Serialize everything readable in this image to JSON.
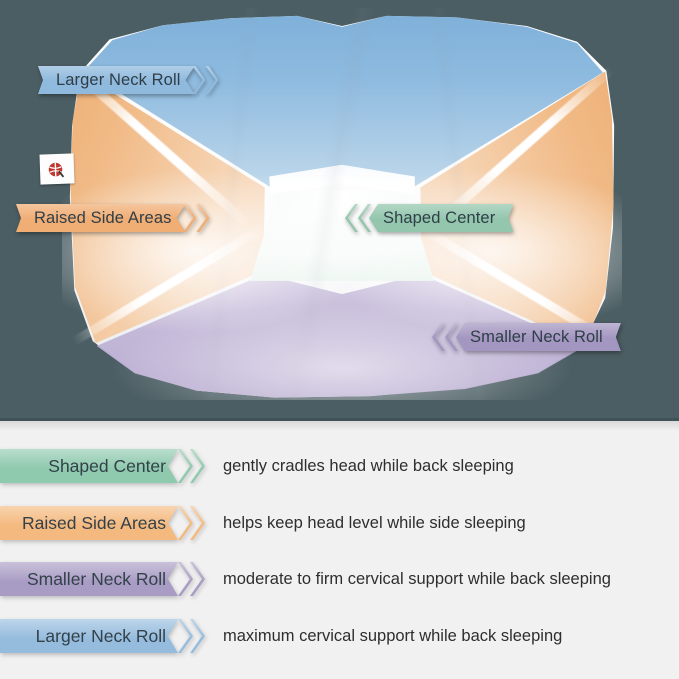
{
  "photo": {
    "background_color": "#4b5e63",
    "subject": "orthopedic-cervical-pillow",
    "brand_tag": {
      "name": "brand-tag",
      "mark_color": "#c0372f"
    },
    "callouts": [
      {
        "id": "larger-neck-roll",
        "label": "Larger Neck Roll",
        "color": "#8fb9dd",
        "direction": "right"
      },
      {
        "id": "raised-side-areas",
        "label": "Raised Side Areas",
        "color": "#f0ad74",
        "direction": "right"
      },
      {
        "id": "shaped-center",
        "label": "Shaped Center",
        "color": "#93c6ad",
        "direction": "left"
      },
      {
        "id": "smaller-neck-roll",
        "label": "Smaller Neck Roll",
        "color": "#a396c0",
        "direction": "left"
      }
    ]
  },
  "legend": {
    "background_color": "#f1f1f1",
    "rows": [
      {
        "id": "shaped-center",
        "label": "Shaped Center",
        "description": "gently cradles head while back sleeping",
        "color": "#8fc9ae"
      },
      {
        "id": "raised-side-areas",
        "label": "Raised Side Areas",
        "description": "helps keep head level while side sleeping",
        "color": "#f4b97e"
      },
      {
        "id": "smaller-neck-roll",
        "label": "Smaller Neck Roll",
        "description": "moderate to firm cervical support while back sleeping",
        "color": "#a99cc4"
      },
      {
        "id": "larger-neck-roll",
        "label": "Larger Neck Roll",
        "description": "maximum cervical support while back sleeping",
        "color": "#96bcdd"
      }
    ]
  }
}
